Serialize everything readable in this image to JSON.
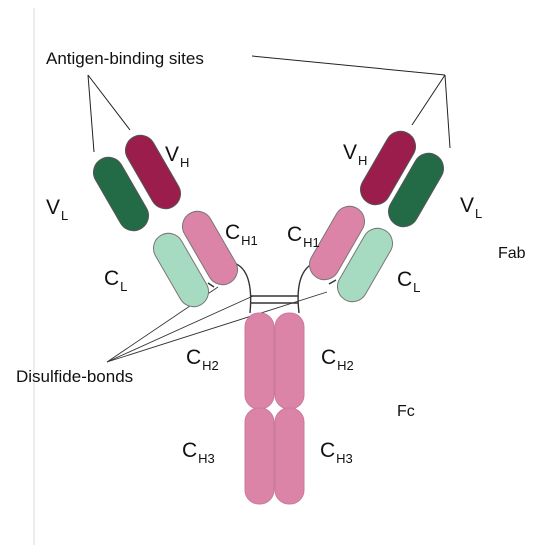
{
  "labels": {
    "antigen_sites": "Antigen-binding sites",
    "disulfide": "Disulfide-bonds",
    "fab": "Fab",
    "fc": "Fc",
    "vh": {
      "main": "V",
      "sub": "H"
    },
    "vl": {
      "main": "V",
      "sub": "L"
    },
    "cl": {
      "main": "C",
      "sub": "L"
    },
    "ch1": {
      "main": "C",
      "sub": "H1"
    },
    "ch2": {
      "main": "C",
      "sub": "H2"
    },
    "ch3": {
      "main": "C",
      "sub": "H3"
    }
  },
  "colors": {
    "heavy_variable": "#9a1d4c",
    "light_variable": "#236b47",
    "light_constant": "#a7dbc1",
    "heavy_constant": "#dc84a8",
    "outline": "#555555"
  }
}
